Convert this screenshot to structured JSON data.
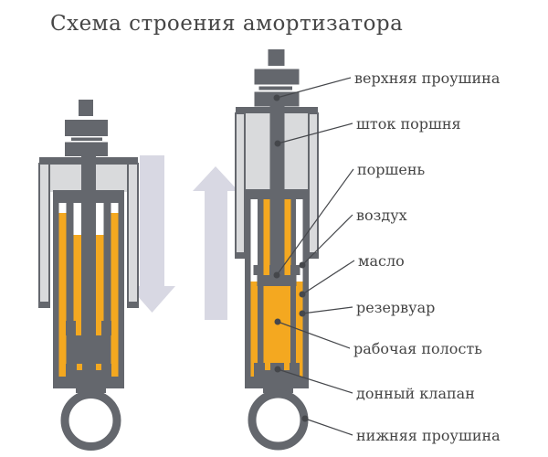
{
  "title": "Схема строения амортизатора",
  "labels": [
    {
      "id": "upper-eye",
      "text": "верхняя проушина"
    },
    {
      "id": "piston-rod",
      "text": "шток поршня"
    },
    {
      "id": "piston",
      "text": "поршень"
    },
    {
      "id": "air",
      "text": "воздух"
    },
    {
      "id": "oil",
      "text": "масло"
    },
    {
      "id": "reservoir",
      "text": "резервуар"
    },
    {
      "id": "working-cavity",
      "text": "рабочая полость"
    },
    {
      "id": "bottom-valve",
      "text": "донный клапан"
    },
    {
      "id": "lower-eye",
      "text": "нижняя проушина"
    }
  ],
  "colors": {
    "metal": "#64676d",
    "lite": "#d9dadc",
    "oil": "#f4a820",
    "arrow": "#d8d8e3",
    "text": "#454545",
    "leader": "#45474b",
    "bg": "#ffffff"
  }
}
